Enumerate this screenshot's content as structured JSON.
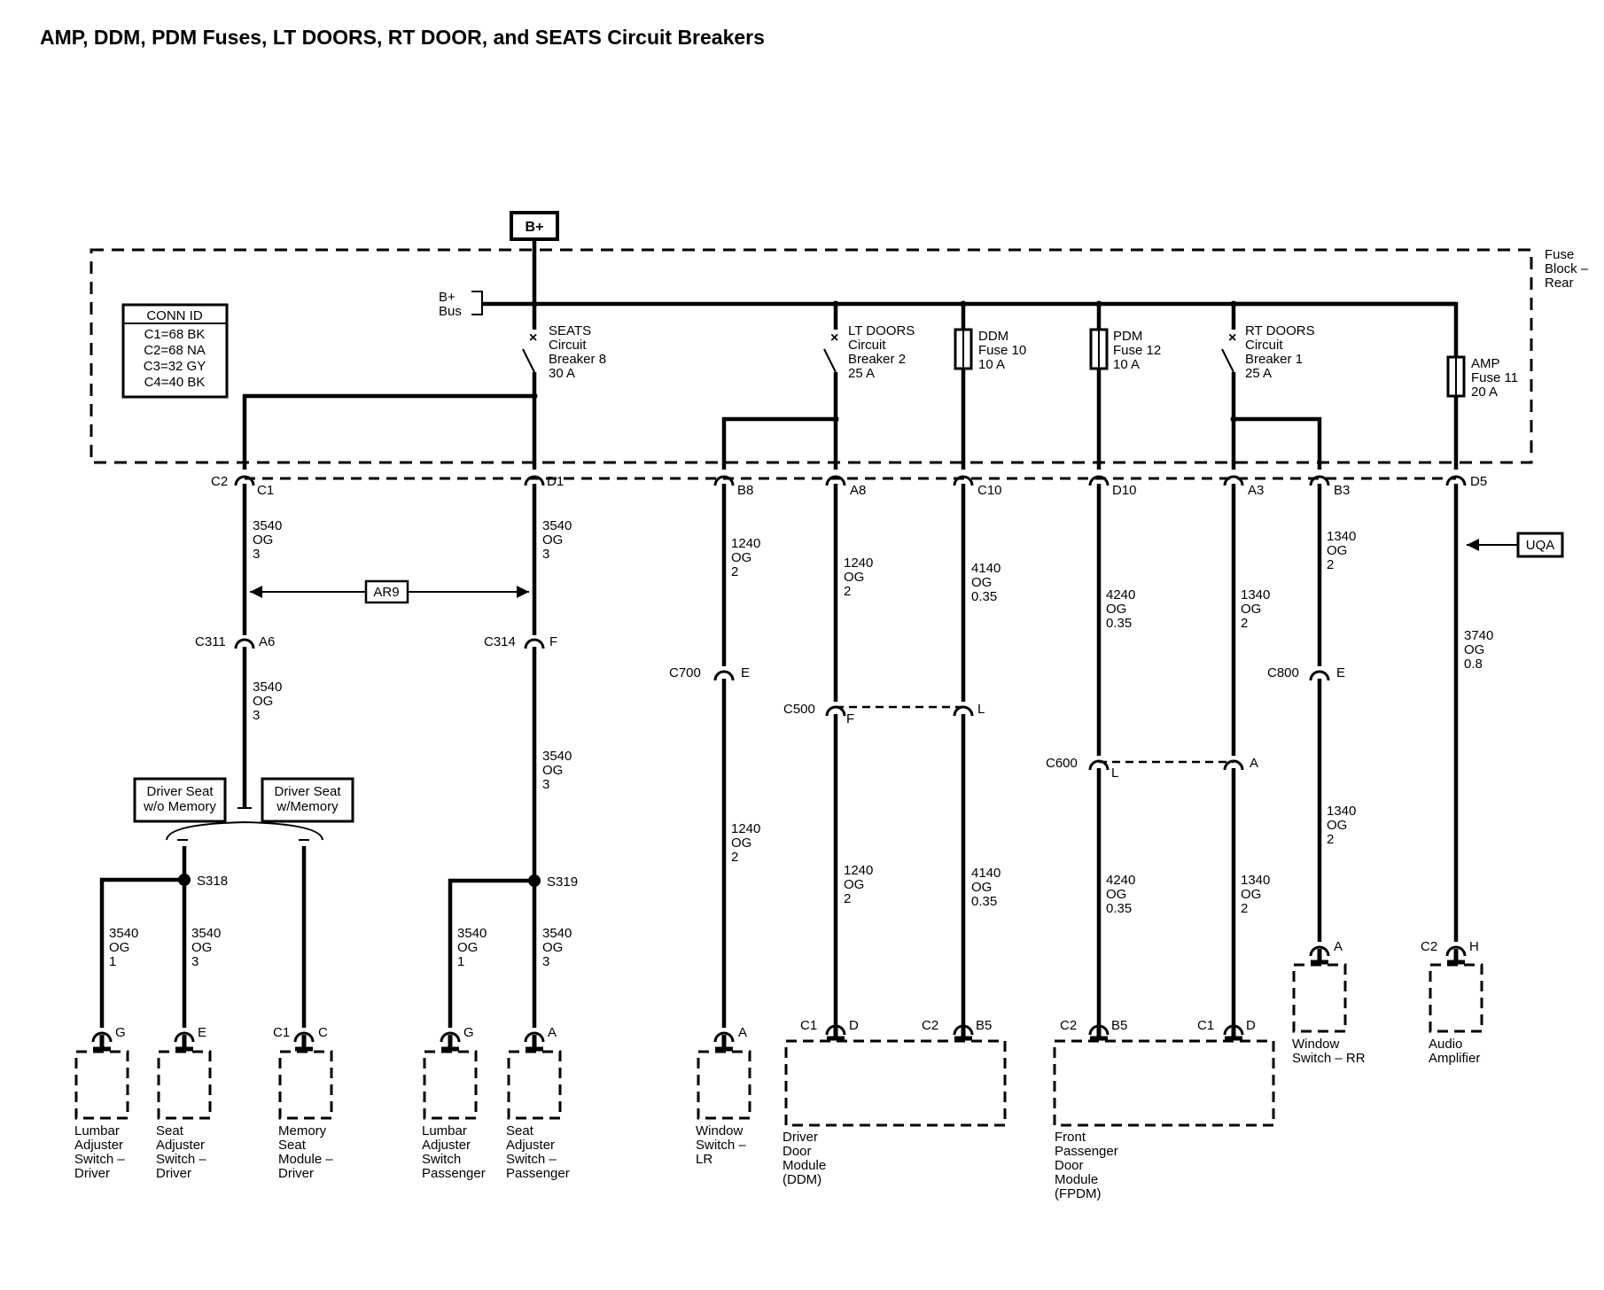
{
  "title": "AMP, DDM, PDM Fuses, LT DOORS, RT DOOR, and SEATS Circuit Breakers",
  "power_source": "B+",
  "fuse_block": {
    "name_line1": "Fuse",
    "name_line2": "Block –",
    "name_line3": "Rear"
  },
  "bus": {
    "line1": "B+",
    "line2": "Bus"
  },
  "conn_id": {
    "header": "CONN ID",
    "rows": [
      "C1=68 BK",
      "C2=68 NA",
      "C3=32 GY",
      "C4=40 BK"
    ]
  },
  "breakers": {
    "seats": [
      "SEATS",
      "Circuit",
      "Breaker 8",
      "30 A"
    ],
    "lt_doors": [
      "LT DOORS",
      "Circuit",
      "Breaker 2",
      "25 A"
    ],
    "rt_doors": [
      "RT DOORS",
      "Circuit",
      "Breaker 1",
      "25 A"
    ]
  },
  "fuses": {
    "ddm": [
      "DDM",
      "Fuse 10",
      "10 A"
    ],
    "pdm": [
      "PDM",
      "Fuse 12",
      "10 A"
    ],
    "amp": [
      "AMP",
      "Fuse 11",
      "20 A"
    ]
  },
  "pins_top": {
    "c2": "C2",
    "c1": "C1",
    "d1": "D1",
    "b8": "B8",
    "a8": "A8",
    "c10": "C10",
    "d10": "D10",
    "a3": "A3",
    "b3": "B3",
    "d5": "D5"
  },
  "wire_3540_3": [
    "3540",
    "OG",
    "3"
  ],
  "wire_3540_1": [
    "3540",
    "OG",
    "1"
  ],
  "wire_1240_2": [
    "1240",
    "OG",
    "2"
  ],
  "wire_4140": [
    "4140",
    "OG",
    "0.35"
  ],
  "wire_4240": [
    "4240",
    "OG",
    "0.35"
  ],
  "wire_1340_2": [
    "1340",
    "OG",
    "2"
  ],
  "wire_3740": [
    "3740",
    "OG",
    "0.8"
  ],
  "ar9": "AR9",
  "uqa": "UQA",
  "connectors": {
    "c311": "C311",
    "a6": "A6",
    "c314": "C314",
    "f": "F",
    "c700": "C700",
    "e": "E",
    "c500": "C500",
    "l": "L",
    "c600": "C600",
    "a": "A",
    "c800": "C800",
    "g": "G",
    "c1": "C1",
    "c": "C",
    "d": "D",
    "c2": "C2",
    "b5": "B5",
    "h": "H"
  },
  "options": {
    "wo_memory": [
      "Driver Seat",
      "w/o Memory"
    ],
    "w_memory": [
      "Driver Seat",
      "w/Memory"
    ]
  },
  "splices": {
    "s318": "S318",
    "s319": "S319"
  },
  "components": {
    "lumbar_driver": [
      "Lumbar",
      "Adjuster",
      "Switch –",
      "Driver"
    ],
    "seat_driver": [
      "Seat",
      "Adjuster",
      "Switch –",
      "Driver"
    ],
    "memory_seat": [
      "Memory",
      "Seat",
      "Module –",
      "Driver"
    ],
    "lumbar_pass": [
      "Lumbar",
      "Adjuster",
      "Switch",
      "Passenger"
    ],
    "seat_pass": [
      "Seat",
      "Adjuster",
      "Switch –",
      "Passenger"
    ],
    "window_lr": [
      "Window",
      "Switch –",
      "LR"
    ],
    "ddm": [
      "Driver",
      "Door",
      "Module",
      "(DDM)"
    ],
    "fpdm": [
      "Front",
      "Passenger",
      "Door",
      "Module",
      "(FPDM)"
    ],
    "window_rr": [
      "Window",
      "Switch – RR"
    ],
    "audio_amp": [
      "Audio",
      "Amplifier"
    ]
  }
}
